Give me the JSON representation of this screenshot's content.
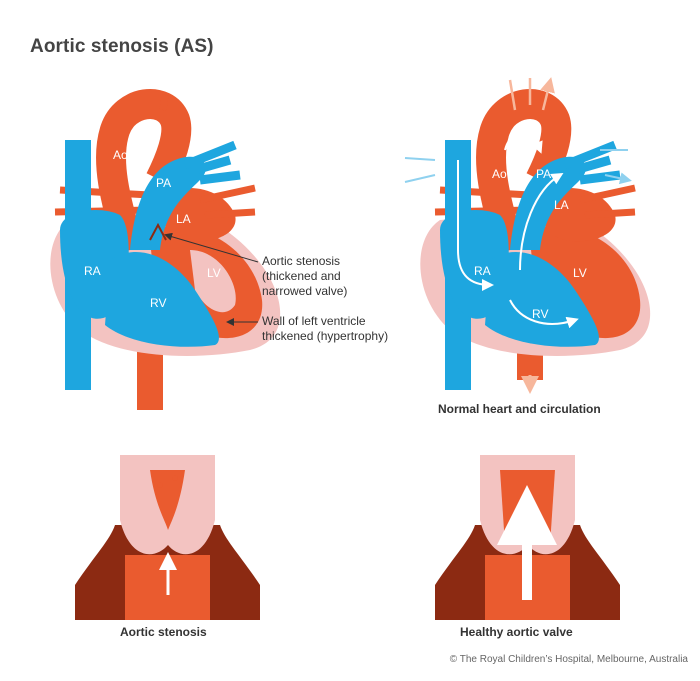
{
  "title": "Aortic stenosis (AS)",
  "chambers": {
    "ao": "Ao",
    "pa": "PA",
    "la": "LA",
    "lv": "LV",
    "ra": "RA",
    "rv": "RV"
  },
  "annotations": {
    "stenosis": [
      "Aortic stenosis",
      "(thickened and",
      "narrowed valve)"
    ],
    "wall": [
      "Wall of left ventricle",
      "thickened (hypertrophy)"
    ]
  },
  "captions": {
    "normal_heart": "Normal heart and circulation",
    "aortic_stenosis": "Aortic stenosis",
    "healthy_valve": "Healthy aortic valve"
  },
  "copyright": "© The Royal Children’s Hospital, Melbourne, Australia",
  "colors": {
    "blue": "#1ea6df",
    "red": "#ea5b2f",
    "pink": "#f3c3c1",
    "dark_red": "#8c2a12",
    "text": "#3a3a3a"
  }
}
